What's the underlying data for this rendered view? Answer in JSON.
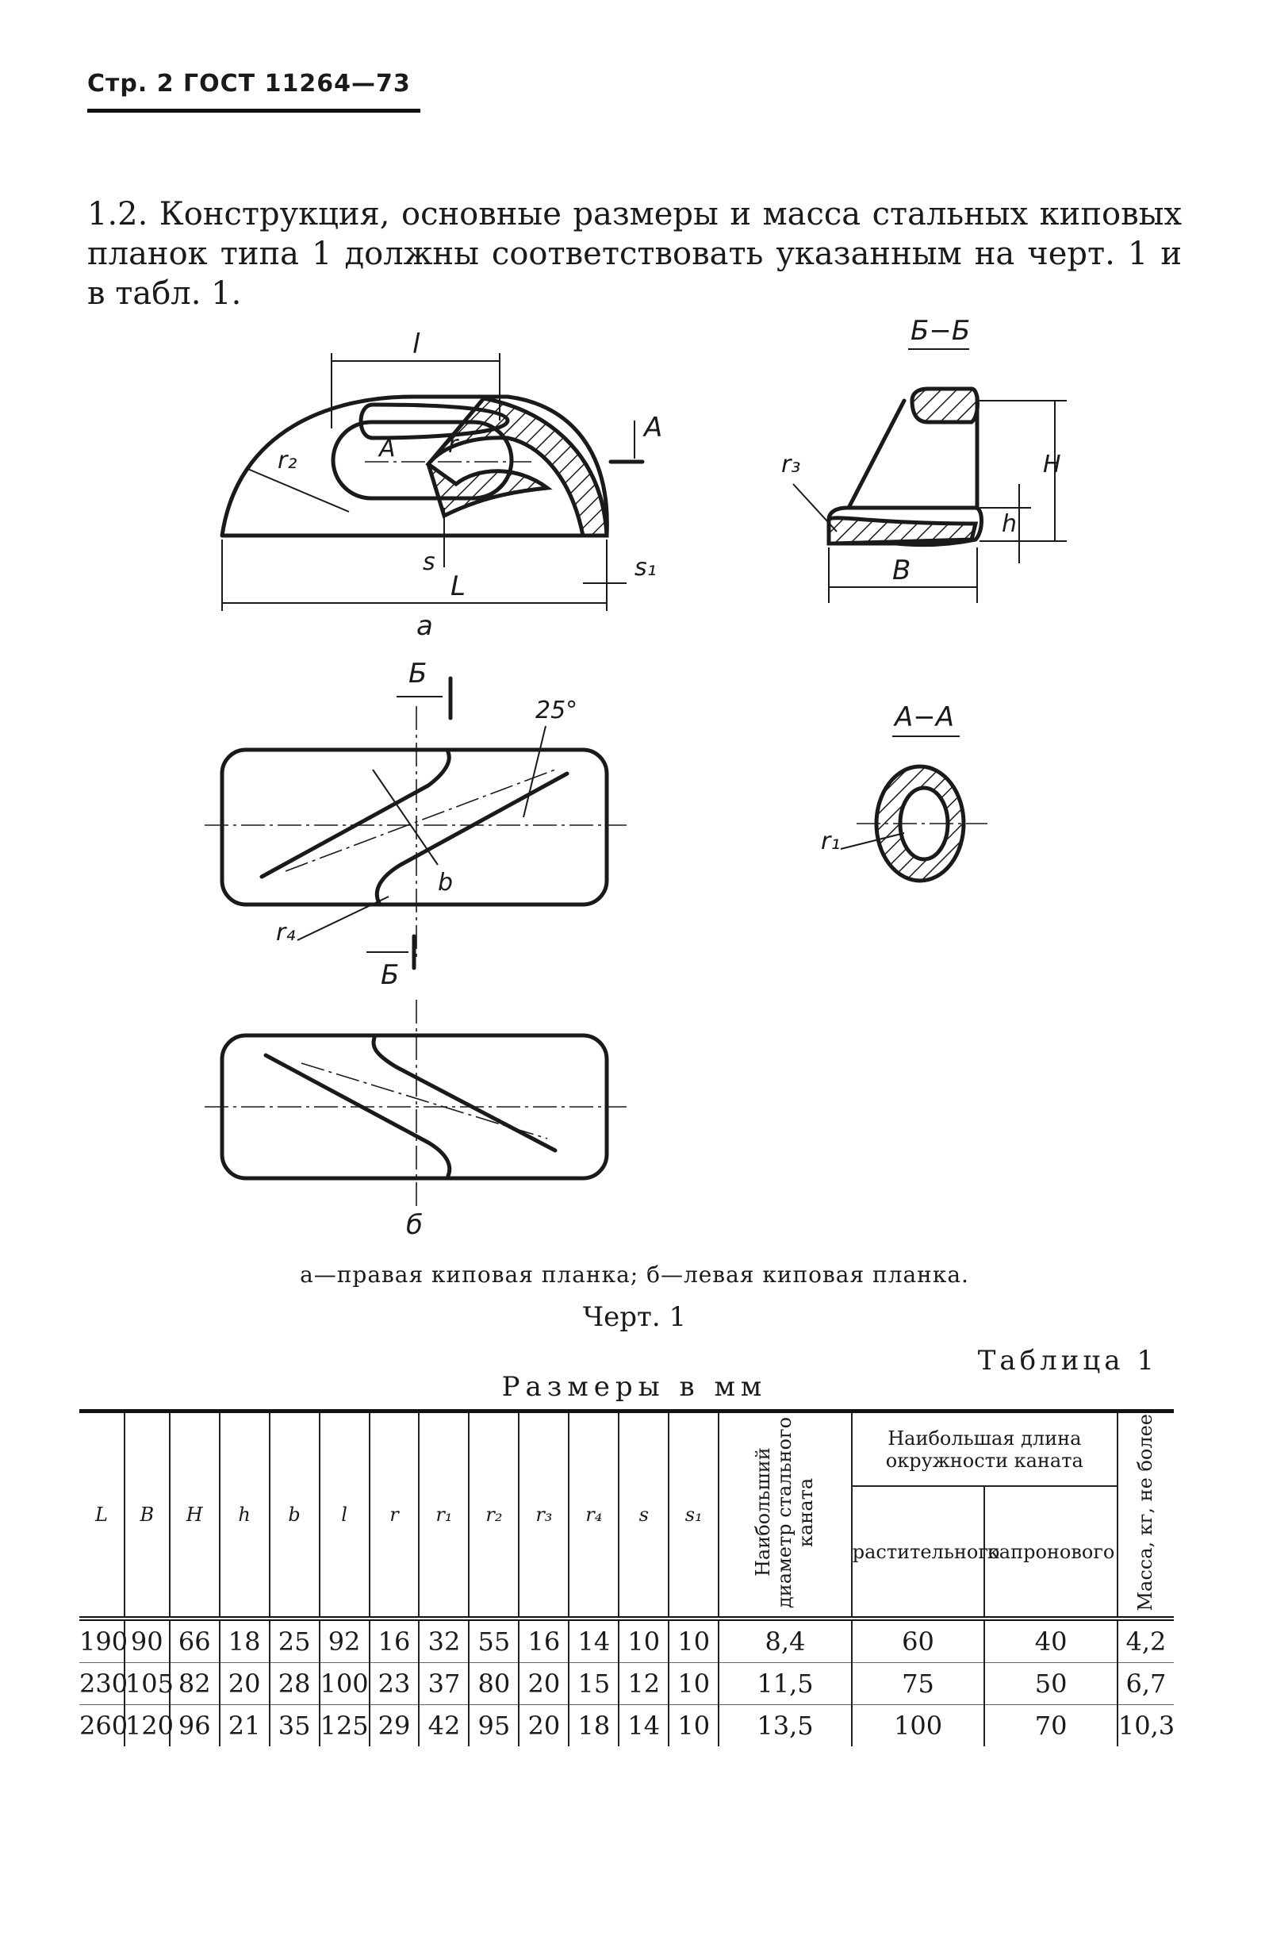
{
  "header": {
    "page_label": "Стр. 2",
    "standard": "ГОСТ 11264—73"
  },
  "intro_text": "1.2. Конструкция, основные размеры и масса стальных киповых планок типа 1 должны соответствовать указанным на черт. 1 и в табл. 1.",
  "drawing_labels": {
    "view_a": "а",
    "view_b": "б",
    "section_bb": "Б−Б",
    "section_aa": "А−А",
    "arrow_b": "Б",
    "arrow_a": "А",
    "angle": "25°",
    "dim_l": "l",
    "dim_L": "L",
    "dim_r": "r",
    "dim_r1": "r₁",
    "dim_r2": "r₂",
    "dim_r3": "r₃",
    "dim_r4": "r₄",
    "dim_s": "s",
    "dim_s1": "s₁",
    "dim_B": "B",
    "dim_H": "H",
    "dim_h": "h",
    "dim_b": "b"
  },
  "caption": "а—правая киповая планка; б—левая киповая планка.",
  "figure_title": "Черт. 1",
  "table_title": "Таблица 1",
  "units_label": "Размеры в мм",
  "table": {
    "columns": [
      "L",
      "B",
      "H",
      "h",
      "b",
      "l",
      "r",
      "r₁",
      "r₂",
      "r₃",
      "r₄",
      "s",
      "s₁"
    ],
    "col_diameter": "Наибольший диаметр стального каната",
    "group_header": "Наибольшая длина окружности каната",
    "sub_plant": "растительного",
    "sub_nylon": "капронового",
    "col_mass": "Масса, кг, не более",
    "rows": [
      {
        "L": "190",
        "B": "90",
        "H": "66",
        "h": "18",
        "b": "25",
        "l": "92",
        "r": "16",
        "r1": "32",
        "r2": "55",
        "r3": "16",
        "r4": "14",
        "s": "10",
        "s1": "10",
        "diameter": "8,4",
        "plant": "60",
        "nylon": "40",
        "mass": "4,2"
      },
      {
        "L": "230",
        "B": "105",
        "H": "82",
        "h": "20",
        "b": "28",
        "l": "100",
        "r": "23",
        "r1": "37",
        "r2": "80",
        "r3": "20",
        "r4": "15",
        "s": "12",
        "s1": "10",
        "diameter": "11,5",
        "plant": "75",
        "nylon": "50",
        "mass": "6,7"
      },
      {
        "L": "260",
        "B": "120",
        "H": "96",
        "h": "21",
        "b": "35",
        "l": "125",
        "r": "29",
        "r1": "42",
        "r2": "95",
        "r3": "20",
        "r4": "18",
        "s": "14",
        "s1": "10",
        "diameter": "13,5",
        "plant": "100",
        "nylon": "70",
        "mass": "10,3"
      }
    ]
  }
}
